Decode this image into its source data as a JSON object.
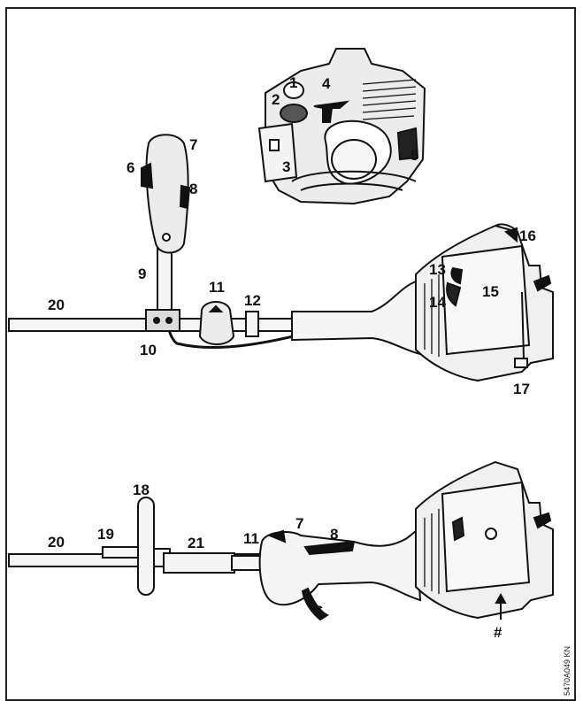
{
  "labels": {
    "l1": "1",
    "l2": "2",
    "l3": "3",
    "l4": "4",
    "l5": "5",
    "l6a": "6",
    "l7a": "7",
    "l8a": "8",
    "l9": "9",
    "l10": "10",
    "l11a": "11",
    "l12": "12",
    "l13": "13",
    "l14": "14",
    "l15": "15",
    "l16": "16",
    "l17": "17",
    "l20a": "20",
    "l18": "18",
    "l19": "19",
    "l20b": "20",
    "l21": "21",
    "l11b": "11",
    "l7b": "7",
    "l8b": "8",
    "l6b": "6",
    "lhash": "#"
  },
  "figure_code": "5470A049 KN"
}
